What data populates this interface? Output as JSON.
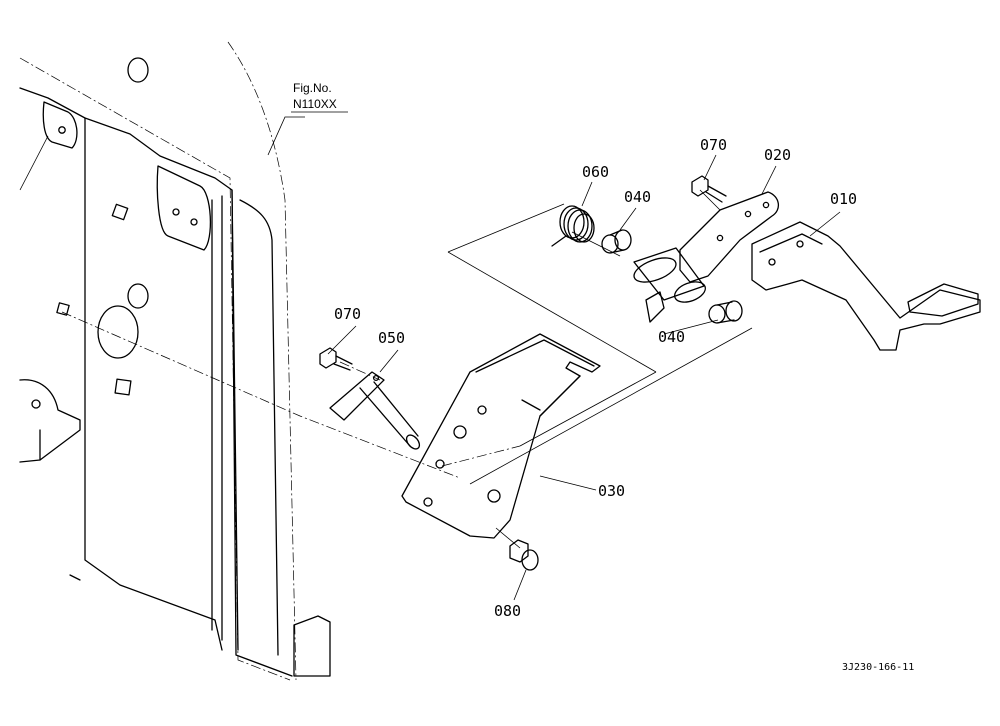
{
  "figure": {
    "fig_label": "Fig.No.",
    "fig_number": "N110XX",
    "drawing_code": "3J230-166-11"
  },
  "callouts": {
    "p010": "010",
    "p020": "020",
    "p030": "030",
    "p040a": "040",
    "p040b": "040",
    "p050": "050",
    "p060": "060",
    "p070a": "070",
    "p070b": "070",
    "p080": "080"
  }
}
